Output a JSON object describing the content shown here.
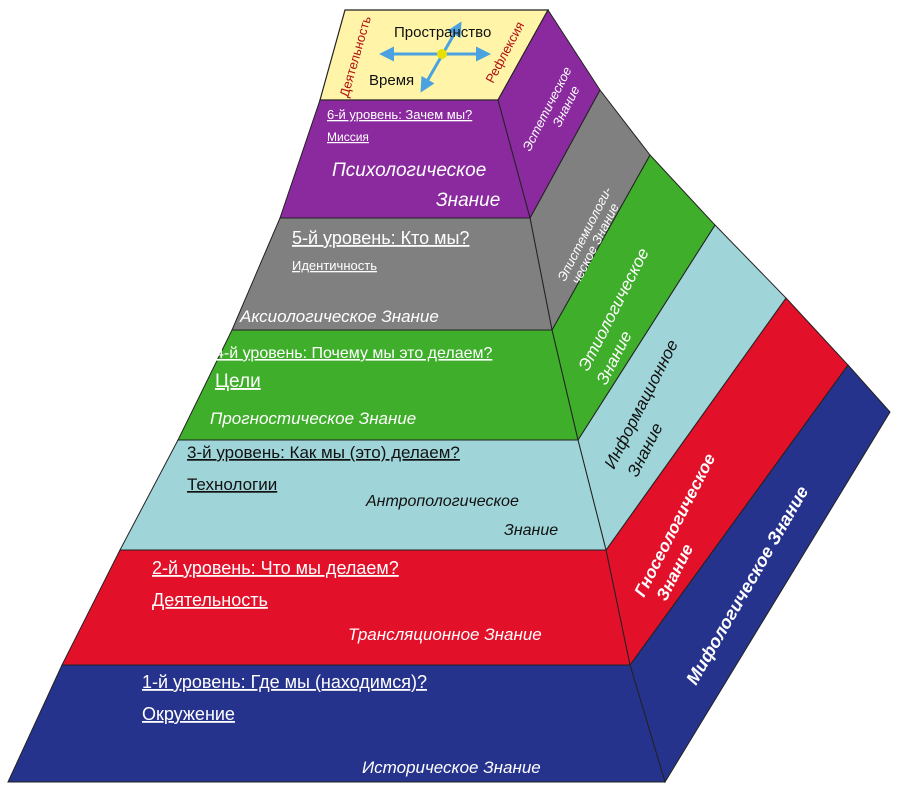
{
  "apex": {
    "space": "Пространство",
    "time": "Время",
    "activity": "Деятельность",
    "reflection": "Рефлексия"
  },
  "levels": [
    {
      "question": "6-й уровень: Зачем мы?",
      "keyword": "Миссия",
      "front": "Психологическое",
      "front2": "Знание",
      "side": "Эстетическое",
      "side2": "Знание",
      "color": "#8a2a9e"
    },
    {
      "question": "5-й уровень: Кто мы?",
      "keyword": "Идентичность",
      "front": "Аксиологическое Знание",
      "side": "Эпистемиологи-",
      "side2": "ческое Знание",
      "color": "#808080"
    },
    {
      "question": "4-й уровень: Почему мы это делаем?",
      "keyword": "Цели",
      "front": "Прогностическое Знание",
      "side": "Этиологическое",
      "side2": "Знание",
      "color": "#3fae2a"
    },
    {
      "question": "3-й уровень: Как мы (это) делаем?",
      "keyword": "Технологии",
      "front": "Антропологическое",
      "front2": "Знание",
      "side": "Информационное",
      "side2": "Знание",
      "color": "#9fd4d8"
    },
    {
      "question": "2-й уровень: Что мы делаем?",
      "keyword": "Деятельность",
      "front": "Трансляционное Знание",
      "side": "Гносеологическое",
      "side2": "Знание",
      "color": "#e3102a"
    },
    {
      "question": "1-й уровень: Где мы (находимся)?",
      "keyword": "Окружение",
      "front": "Историческое Знание",
      "side": "Мифологическое Знание",
      "color": "#26338c"
    }
  ]
}
